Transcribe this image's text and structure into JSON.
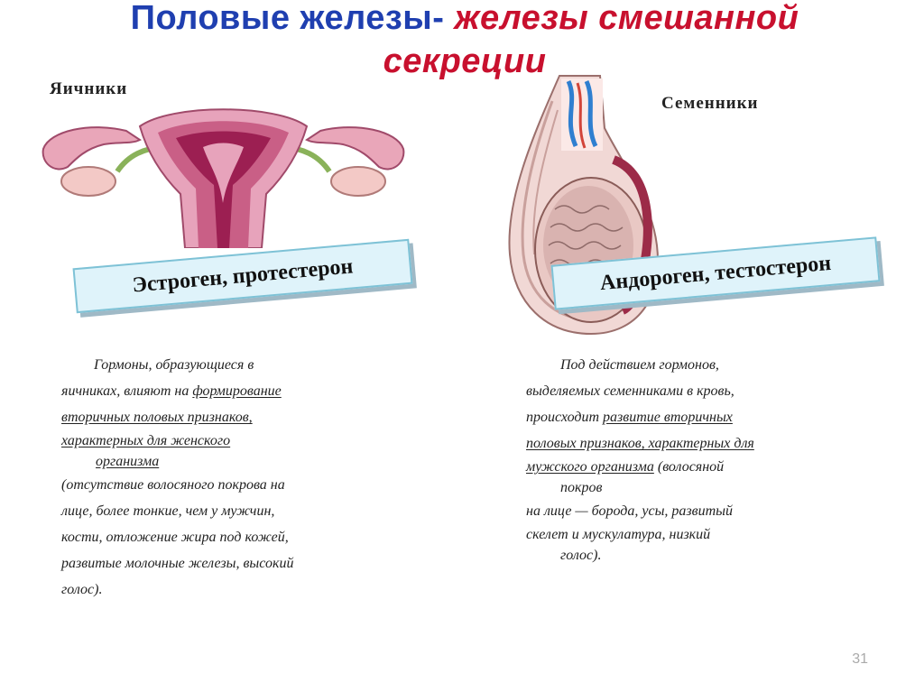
{
  "title": {
    "part1": "Половые железы-",
    "part2": "железы смешанной",
    "part3": "секреции"
  },
  "left": {
    "label": "Яичники",
    "banner": "Эстроген, протестерон",
    "text": {
      "l1": "Гормоны, образующиеся в",
      "l2a": "яичниках, влияют на ",
      "l2u": "формирование",
      "l3u": "вторичных половых признаков,",
      "l4u": "характерных для женского",
      "l5u": "организма",
      "l6": "(отсутствие волосяного покрова на",
      "l7": "лице, более тонкие, чем у мужчин,",
      "l8": "кости, отложение жира под кожей,",
      "l9": "развитые молочные железы, высокий",
      "l10": "голос)."
    }
  },
  "right": {
    "label": "Семенники",
    "banner": "Андороген, тестостерон",
    "text": {
      "l1": "Под действием гормонов,",
      "l2": "выделяемых семенниками в кровь,",
      "l3a": "происходит ",
      "l3u": "развитие вторичных",
      "l4u": "половых признаков, характерных для",
      "l5u": "мужского организма",
      "l5b": " (волосяной",
      "l6": "покров",
      "l7": "на лице — борода, усы, развитый",
      "l8": "скелет и мускулатура, низкий",
      "l9": "голос)."
    }
  },
  "page_number": "31"
}
